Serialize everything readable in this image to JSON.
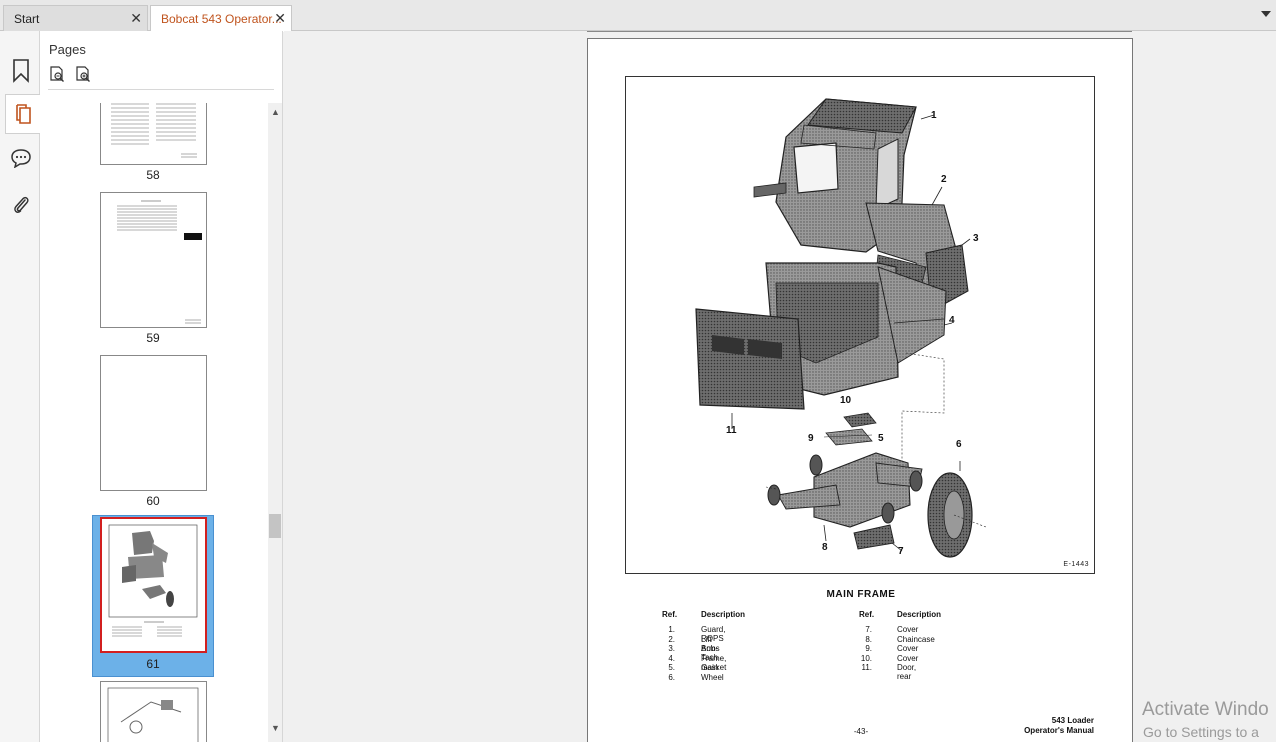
{
  "tabs": [
    {
      "label": "Start"
    },
    {
      "label": "Bobcat 543 Operator..."
    }
  ],
  "sidebar": {
    "title": "Pages",
    "thumbnails": [
      {
        "label": "58"
      },
      {
        "label": "59"
      },
      {
        "label": "60"
      },
      {
        "label": "61"
      },
      {
        "label": ""
      }
    ]
  },
  "page": {
    "figure_code": "E-1443",
    "callouts": [
      "1",
      "2",
      "3",
      "4",
      "5",
      "6",
      "7",
      "8",
      "9",
      "10",
      "11"
    ],
    "section_title": "MAIN FRAME",
    "columns": {
      "ref": "Ref.",
      "description": "Description"
    },
    "parts_left": [
      {
        "ref": "1.",
        "desc": "Guard, ROPS"
      },
      {
        "ref": "2.",
        "desc": "Lift Arms"
      },
      {
        "ref": "3.",
        "desc": "Bob-Tach"
      },
      {
        "ref": "4.",
        "desc": "Frame, main"
      },
      {
        "ref": "5.",
        "desc": "Gasket"
      },
      {
        "ref": "6.",
        "desc": "Wheel"
      }
    ],
    "parts_right": [
      {
        "ref": "7.",
        "desc": "Cover"
      },
      {
        "ref": "8.",
        "desc": "Chaincase"
      },
      {
        "ref": "9.",
        "desc": "Cover"
      },
      {
        "ref": "10.",
        "desc": "Cover"
      },
      {
        "ref": "11.",
        "desc": "Door, rear"
      }
    ],
    "page_number": "-43-",
    "footer_line1": "543 Loader",
    "footer_line2": "Operator's Manual"
  },
  "watermark": {
    "line1": "Activate Windo",
    "line2": "Go to Settings to a"
  },
  "colors": {
    "active_tab_text": "#c0541e",
    "selection": "#6cb1e8",
    "selection_border": "#d21f1f"
  }
}
